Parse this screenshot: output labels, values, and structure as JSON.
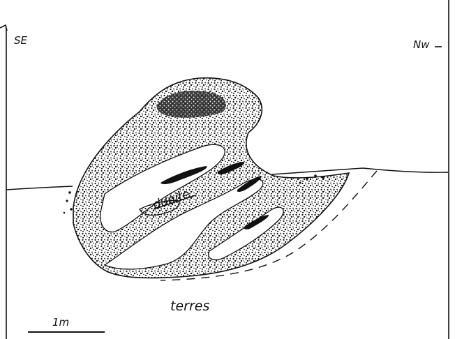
{
  "figure": {
    "labels": {
      "left_orientation": "SE",
      "right_orientation": "Nw",
      "core_rock": "dunite",
      "surrounding": "terres",
      "scale": "1m"
    },
    "colors": {
      "ink": "#111111",
      "paper": "#ffffff"
    }
  }
}
